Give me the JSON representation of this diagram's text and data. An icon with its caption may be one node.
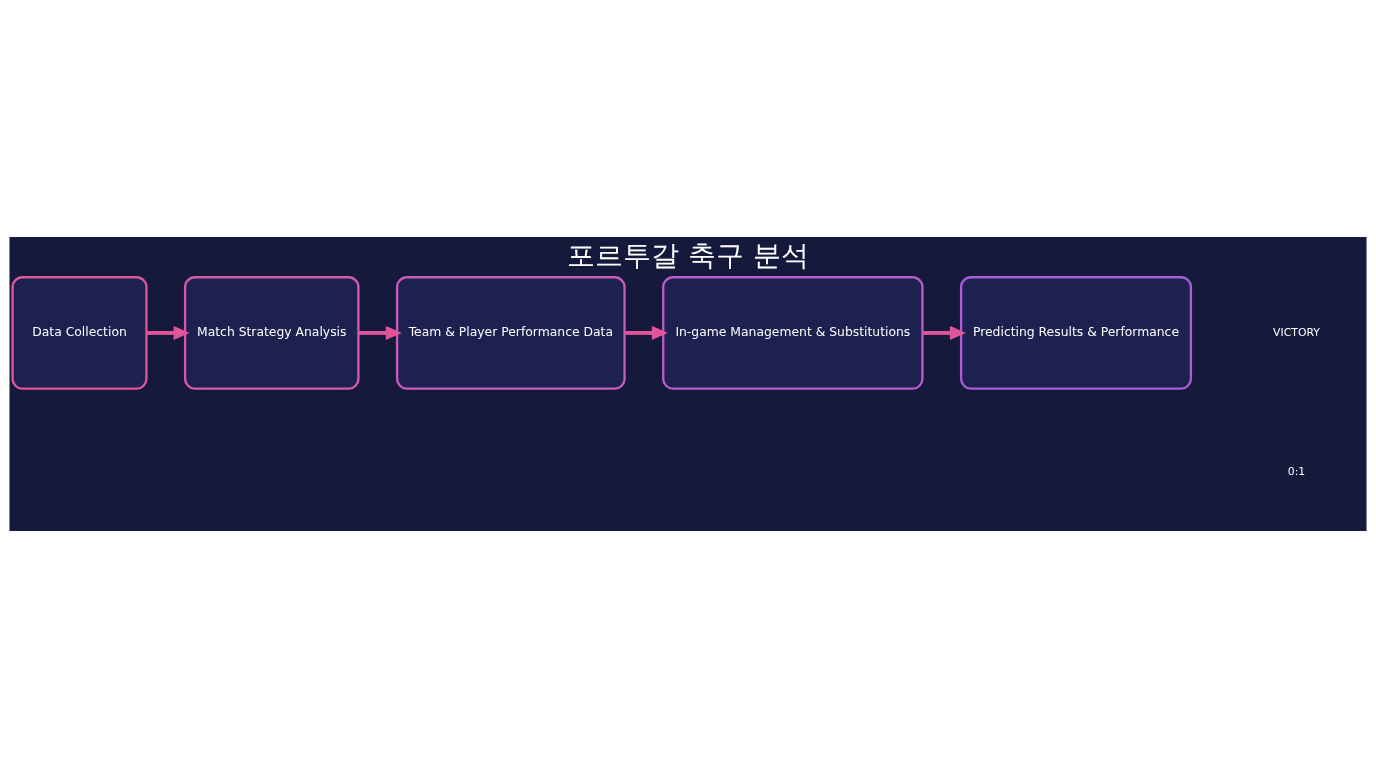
{
  "diagram": {
    "title": "포르투갈 축구 분석",
    "nodes": [
      {
        "text": [
          "Data Collection"
        ]
      },
      {
        "text": [
          "Match Strategy Analysis"
        ]
      },
      {
        "text": [
          "Team & Player Performance Data"
        ]
      },
      {
        "text": [
          "In-game Management & Substitutions"
        ]
      },
      {
        "text": [
          "Predicting Results & Performance"
        ]
      }
    ],
    "edges": [
      {
        "from": 0,
        "to": 1,
        "arrow": "to"
      },
      {
        "from": 1,
        "to": 2,
        "arrow": "to"
      },
      {
        "from": 2,
        "to": 3,
        "arrow": "to"
      },
      {
        "from": 3,
        "to": 4,
        "arrow": "to"
      }
    ],
    "labels": [
      "VICTORY",
      "0:1"
    ]
  }
}
